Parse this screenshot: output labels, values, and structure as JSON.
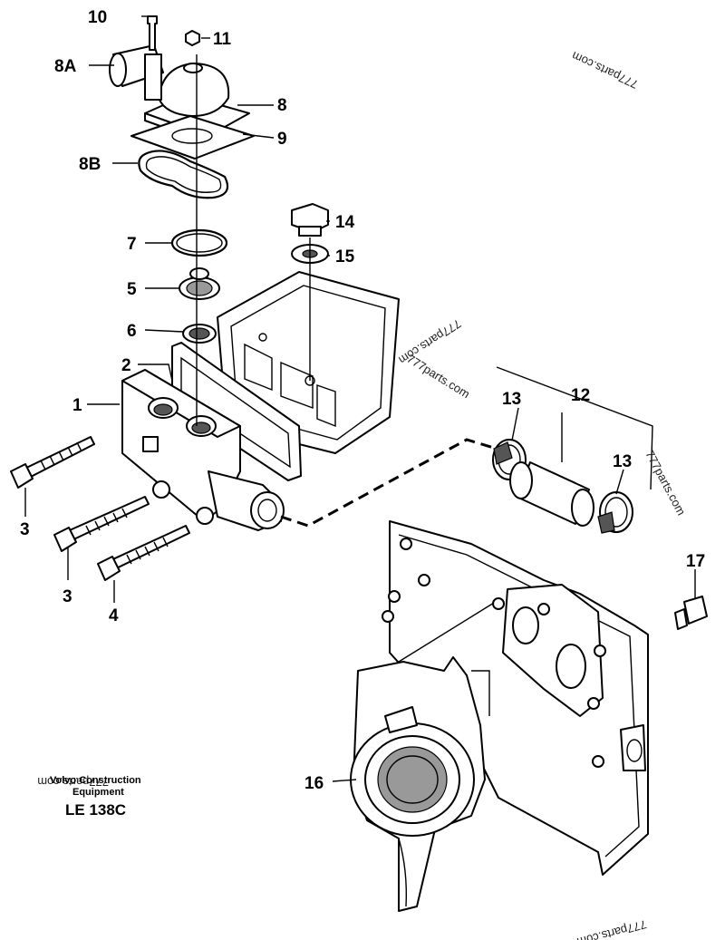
{
  "diagram": {
    "callouts": [
      "10",
      "11",
      "8A",
      "8",
      "9",
      "8B",
      "14",
      "15",
      "7",
      "5",
      "6",
      "2",
      "1",
      "12",
      "13",
      "13",
      "3",
      "3",
      "4",
      "17",
      "16"
    ],
    "watermark": "777parts.com",
    "caption": {
      "maker_line1": "Volvo Construction",
      "maker_line2": "Equipment",
      "code": "LE 138C"
    }
  }
}
